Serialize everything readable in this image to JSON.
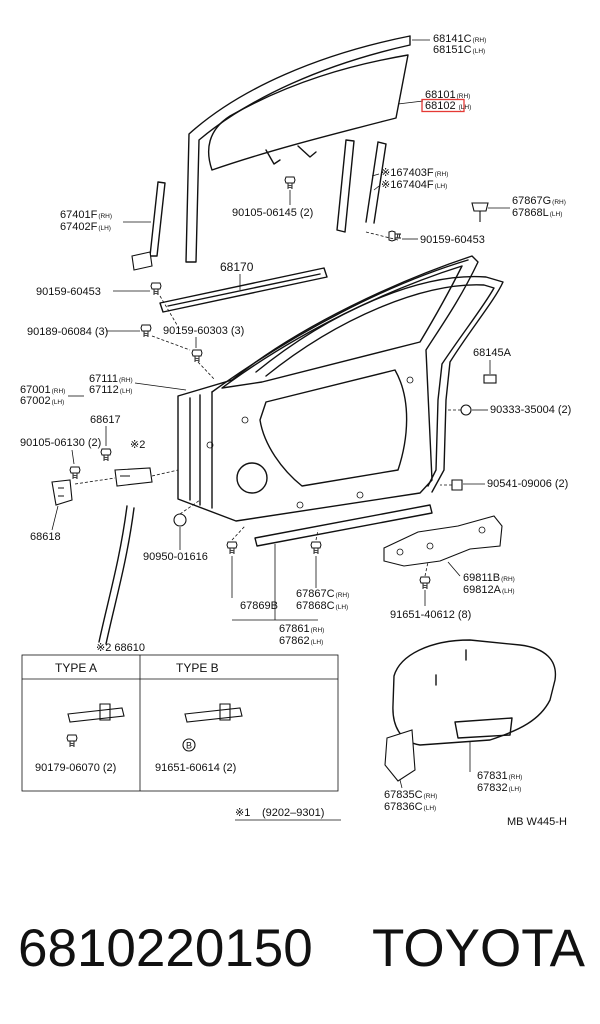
{
  "labels": {
    "p68141": {
      "rh": "68141C",
      "lh": "68151C"
    },
    "p68101": {
      "rh": "68101",
      "lh": "68102"
    },
    "p67403": {
      "rh": "※167403F",
      "lh": "※167404F"
    },
    "p67867g": {
      "rh": "67867G",
      "lh": "67868L"
    },
    "p67401": {
      "rh": "67401F",
      "lh": "67402F"
    },
    "p90105_06145": "90105-06145 (2)",
    "p90159_60453_r": "90159-60453",
    "p68170": "68170",
    "p90159_60453_l": "90159-60453",
    "p90189": "90189-06084 (3)",
    "p90159_60303": "90159-60303 (3)",
    "p68145": "68145A",
    "p67111": {
      "rh": "67111",
      "lh": "67112"
    },
    "p67001": {
      "rh": "67001",
      "lh": "67002"
    },
    "p68617": "68617",
    "p90333": "90333-35004 (2)",
    "p90105_06130": "90105-06130 (2)",
    "mark2": "※2",
    "p90541": "90541-09006 (2)",
    "p68618": "68618",
    "p90950": "90950-01616",
    "p69811": {
      "rh": "69811B",
      "lh": "69812A"
    },
    "p67867c": {
      "rh": "67867C",
      "lh": "67868C"
    },
    "p67869": "67869B",
    "p91651_40612": "91651-40612 (8)",
    "p67861": {
      "rh": "67861",
      "lh": "67862"
    },
    "p68610": "※2 68610",
    "p67831": {
      "rh": "67831",
      "lh": "67832"
    },
    "p67835": {
      "rh": "67835C",
      "lh": "67836C"
    }
  },
  "tags": {
    "rh": "(RH)",
    "lh": "(LH)"
  },
  "type_table": {
    "type_a": "TYPE A",
    "type_b": "TYPE B",
    "part_a": "90179-06070 (2)",
    "part_b": "91651-60614 (2)",
    "badge_b": "B"
  },
  "note": {
    "mark": "※1",
    "range": "(9202–9301)"
  },
  "drawing_code": "MB W445-H",
  "highlight_color": "#e53935",
  "footer": {
    "part_number": "6810220150",
    "brand": "TOYOTA"
  }
}
